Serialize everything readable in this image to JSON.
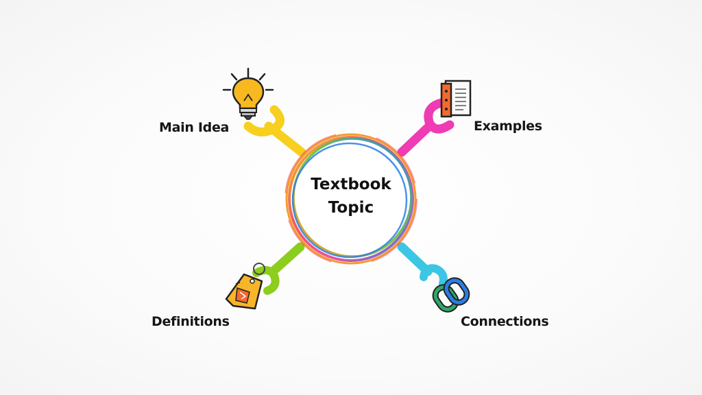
{
  "center": {
    "line1": "Textbook",
    "line2": "Topic"
  },
  "branches": {
    "main_idea": {
      "label": "Main Idea",
      "icon": "lightbulb-icon",
      "color": "#f7cf1e"
    },
    "examples": {
      "label": "Examples",
      "icon": "book-icon",
      "color": "#ef3bb4"
    },
    "definitions": {
      "label": "Definitions",
      "icon": "tag-icon",
      "color": "#8ccd1d"
    },
    "connections": {
      "label": "Connections",
      "icon": "link-icon",
      "color": "#3cc6e4"
    }
  },
  "colors": {
    "ring_blue": "#2a7ee6",
    "ring_green": "#7ac943",
    "ring_orange": "#f59a2e",
    "ring_pink": "#ee4fa0",
    "ring_red": "#ef4f4f"
  }
}
